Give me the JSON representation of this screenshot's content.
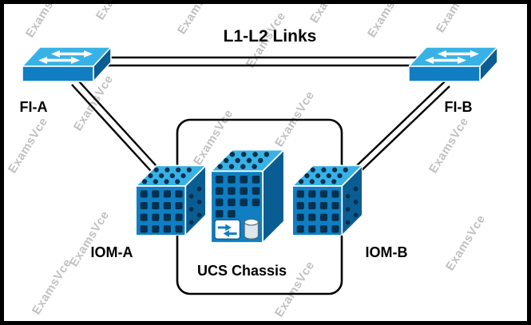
{
  "title": "L1-L2 Links",
  "nodes": {
    "fi_a": "FI-A",
    "fi_b": "FI-B",
    "iom_a": "IOM-A",
    "iom_b": "IOM-B",
    "chassis": "UCS Chassis"
  },
  "watermark": "ExamsVce",
  "colors": {
    "device_front": "#0f7ec2",
    "device_top": "#38b2e6",
    "device_side": "#0a5d92",
    "dot": "#06304f",
    "line": "#000000",
    "border": "#000000",
    "watermark_gray": "#8f8f8f"
  }
}
